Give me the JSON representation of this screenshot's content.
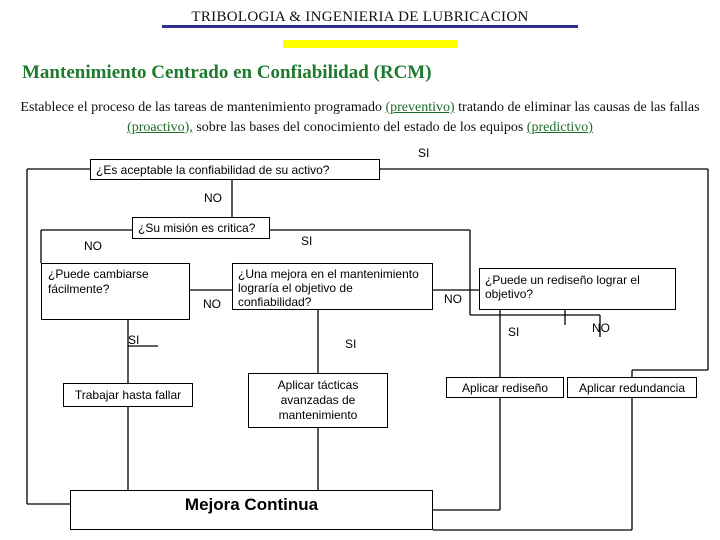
{
  "header": {
    "title": "TRIBOLOGIA & INGENIERIA DE LUBRICACION",
    "accent_color": "#2b2f8f",
    "highlight_color": "#ffff00"
  },
  "title": "Mantenimiento Centrado en Confiabilidad (RCM)",
  "intro": {
    "t1": "Establece el proceso de las tareas de mantenimiento programado ",
    "preventivo": "(preventivo)",
    "t2": " tratando de eliminar las causas de las fallas ",
    "proactivo": "(proactivo),",
    "t3": " sobre las bases del conocimiento del estado de los equipos ",
    "predictivo": "(predictivo)"
  },
  "flow": {
    "q1": "¿Es aceptable la confiabilidad de su activo?",
    "q2": "¿Su misión es critica?",
    "q3": "¿Puede cambiarse fácilmente?",
    "q4": "¿Una mejora en el mantenimiento lograría el objetivo de confiabilidad?",
    "q5": "¿Puede un rediseño lograr el objetivo?",
    "a1": "Trabajar hasta fallar",
    "a2": "Aplicar tácticas avanzadas de mantenimiento",
    "a3": "Aplicar rediseño",
    "a4": "Aplicar redundancia",
    "bottom": "Mejora Continua",
    "labels": {
      "si": "SI",
      "no": "NO"
    }
  }
}
